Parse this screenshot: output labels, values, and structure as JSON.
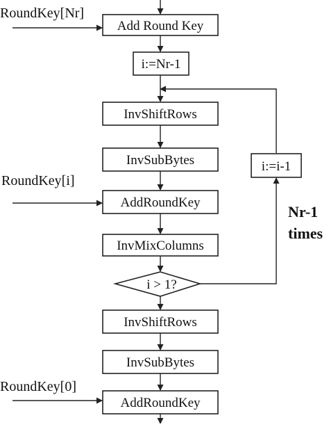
{
  "keys": {
    "nr": "RoundKey[Nr]",
    "i": "RoundKey[i]",
    "zero": "RoundKey[0]"
  },
  "steps": {
    "add_round_key_first": "Add Round Key",
    "init_counter": "i:=Nr-1",
    "inv_shift_rows_1": "InvShiftRows",
    "inv_sub_bytes_1": "InvSubBytes",
    "add_round_key_loop": "AddRoundKey",
    "inv_mix_columns": "InvMixColumns",
    "decision": "i > 1?",
    "decrement": "i:=i-1",
    "inv_shift_rows_2": "InvShiftRows",
    "inv_sub_bytes_2": "InvSubBytes",
    "add_round_key_last": "AddRoundKey"
  },
  "loop_label": {
    "line1": "Nr-1",
    "line2": "times"
  }
}
